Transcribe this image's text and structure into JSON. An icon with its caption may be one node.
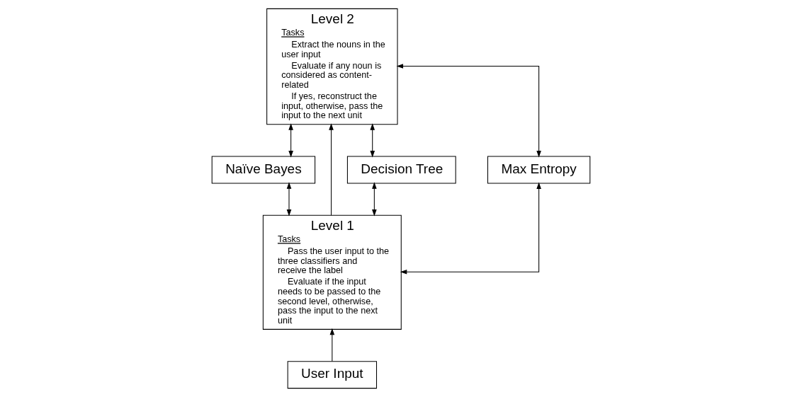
{
  "diagram": {
    "nodes": [
      {
        "text": [
          "Level 2",
          "Tasks",
          "Extract the nouns in the user input",
          "Evaluate if any noun is considered as content-related",
          "If yes, reconstruct the input, otherwise, pass the input to the next unit"
        ]
      },
      {
        "text": [
          "Level 1",
          "Tasks",
          "Pass the user input to the three classifiers and receive the label",
          "Evaluate if the input needs to be passed to the second level, otherwise, pass the input to the next unit"
        ]
      },
      {
        "text": [
          "Naïve Bayes"
        ]
      },
      {
        "text": [
          "Decision Tree"
        ]
      },
      {
        "text": [
          "Max Entropy"
        ]
      },
      {
        "text": [
          "User Input"
        ]
      }
    ],
    "edges": [
      {
        "from": 1,
        "to": 0,
        "arrow": "to"
      },
      {
        "from": 2,
        "to": 0,
        "arrow": "both"
      },
      {
        "from": 3,
        "to": 0,
        "arrow": "both"
      },
      {
        "from": 4,
        "to": 0,
        "arrow": "both"
      },
      {
        "from": 1,
        "to": 2,
        "arrow": "both"
      },
      {
        "from": 1,
        "to": 3,
        "arrow": "both"
      },
      {
        "from": 1,
        "to": 4,
        "arrow": "both"
      },
      {
        "from": 5,
        "to": 1,
        "arrow": "to"
      }
    ]
  }
}
